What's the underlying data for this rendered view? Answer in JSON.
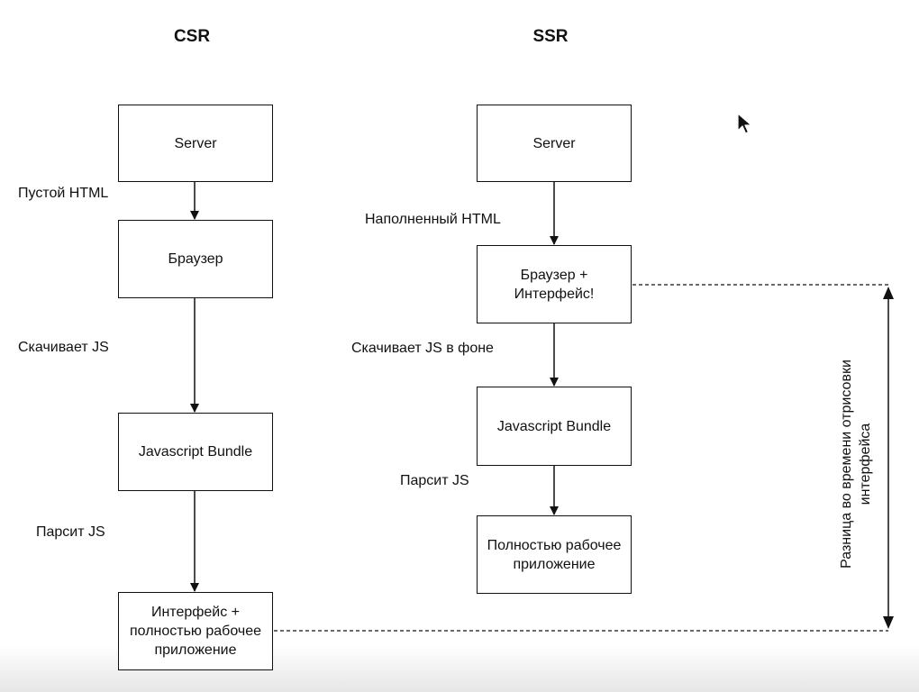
{
  "csr": {
    "title": "CSR",
    "server": "Server",
    "edge_1": "Пустой HTML",
    "browser": "Браузер",
    "edge_2": "Скачивает JS",
    "bundle": "Javascript Bundle",
    "edge_3": "Парсит JS",
    "result": "Интерфейс +\nполностью рабочее\nприложение"
  },
  "ssr": {
    "title": "SSR",
    "server": "Server",
    "edge_1": "Наполненный HTML",
    "browser": "Браузер +\nИнтерфейс!",
    "edge_2": "Скачивает JS в фоне",
    "bundle": "Javascript Bundle",
    "edge_3": "Парсит JS",
    "result": "Полностью рабочее\nприложение"
  },
  "difference_label": "Разница во времени отрисовки\nинтерфейса"
}
